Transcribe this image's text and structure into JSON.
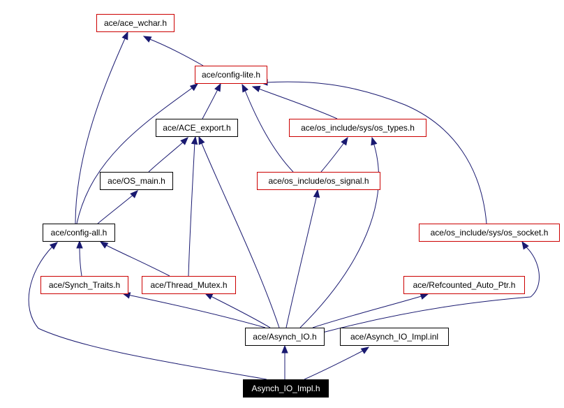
{
  "diagram": {
    "colors": {
      "edge": "#191970",
      "box_black": "#000000",
      "box_red": "#cc0000",
      "root_fill": "#000000",
      "root_text": "#ffffff",
      "text": "#000000"
    },
    "nodes": [
      {
        "id": "ace_wchar",
        "label": "ace/ace_wchar.h",
        "style": "red"
      },
      {
        "id": "config_lite",
        "label": "ace/config-lite.h",
        "style": "red"
      },
      {
        "id": "ace_export",
        "label": "ace/ACE_export.h",
        "style": "black"
      },
      {
        "id": "os_types",
        "label": "ace/os_include/sys/os_types.h",
        "style": "red"
      },
      {
        "id": "os_main",
        "label": "ace/OS_main.h",
        "style": "black"
      },
      {
        "id": "os_signal",
        "label": "ace/os_include/os_signal.h",
        "style": "red"
      },
      {
        "id": "config_all",
        "label": "ace/config-all.h",
        "style": "black"
      },
      {
        "id": "os_socket",
        "label": "ace/os_include/sys/os_socket.h",
        "style": "red"
      },
      {
        "id": "synch_traits",
        "label": "ace/Synch_Traits.h",
        "style": "red"
      },
      {
        "id": "thread_mutex",
        "label": "ace/Thread_Mutex.h",
        "style": "red"
      },
      {
        "id": "refcounted",
        "label": "ace/Refcounted_Auto_Ptr.h",
        "style": "red"
      },
      {
        "id": "asynch_io",
        "label": "ace/Asynch_IO.h",
        "style": "black"
      },
      {
        "id": "asynch_io_impl_inl",
        "label": "ace/Asynch_IO_Impl.inl",
        "style": "black"
      },
      {
        "id": "root",
        "label": "Asynch_IO_Impl.h",
        "style": "root"
      }
    ]
  }
}
